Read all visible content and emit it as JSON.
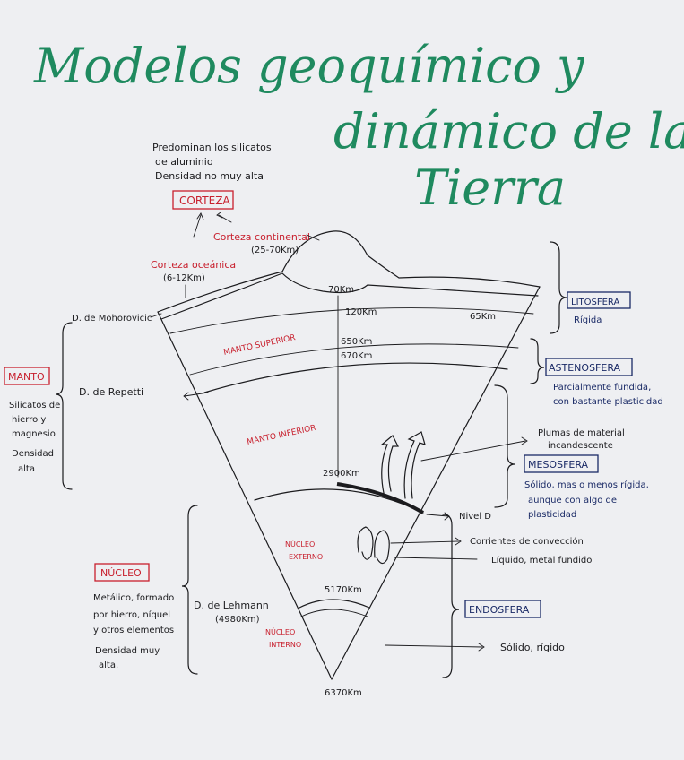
{
  "title": {
    "line1": "Modelos geoquímico y",
    "line2": "dinámico de la",
    "line3": "Tierra"
  },
  "corteza": {
    "box": "CORTEZA",
    "note": [
      "Predominan los silicatos",
      "de aluminio",
      "Densidad no muy alta"
    ],
    "continental": "Corteza continental",
    "continental_range": "(25-70Km)",
    "oceanica": "Corteza oceánica",
    "oceanica_range": "(6-12Km)"
  },
  "depths": {
    "d70": "70Km",
    "d120": "120Km",
    "d65": "65Km",
    "d650": "650Km",
    "d670": "670Km",
    "d2900": "2900Km",
    "d5170": "5170Km",
    "d6370": "6370Km"
  },
  "layers": {
    "manto_superior": "MANTO SUPERIOR",
    "manto_inferior": "MANTO INFERIOR",
    "nucleo_externo_1": "NÚCLEO",
    "nucleo_externo_2": "EXTERNO",
    "nucleo_interno_1": "NÚCLEO",
    "nucleo_interno_2": "INTERNO"
  },
  "discontinuities": {
    "mohorovicic": "D. de Mohorovicic",
    "repetti": "D. de Repetti",
    "lehmann": "D. de Lehmann",
    "lehmann_depth": "(4980Km)",
    "nivel_d": "Nivel D"
  },
  "manto": {
    "box": "MANTO",
    "note": [
      "Silicatos de",
      "hierro y",
      "magnesio",
      "Densidad",
      "alta"
    ]
  },
  "nucleo": {
    "box": "NÚCLEO",
    "note": [
      "Metálico, formado",
      "por hierro, níquel",
      "y otros elementos",
      "Densidad muy",
      "alta."
    ]
  },
  "litosfera": {
    "box": "LITOSFERA",
    "note": [
      "Rígida"
    ]
  },
  "astenosfera": {
    "box": "ASTENOSFERA",
    "note": [
      "Parcialmente fundida,",
      "con bastante plasticidad"
    ]
  },
  "plumas": {
    "note": [
      "Plumas de material",
      "incandescente"
    ]
  },
  "mesosfera": {
    "box": "MESOSFERA",
    "note": [
      "Sólido, mas o menos rígida,",
      "aunque con algo de",
      "plasticidad"
    ]
  },
  "corrientes": "Corrientes de convección",
  "liquido": "Líquido, metal fundido",
  "endosfera": {
    "box": "ENDOSFERA"
  },
  "solido": "Sólido, rígido",
  "colors": {
    "title": "#1f8a5f",
    "red": "#c8202e",
    "navy": "#1a2a66",
    "ink": "#1b1b1e",
    "paper": "#eeeff2"
  }
}
